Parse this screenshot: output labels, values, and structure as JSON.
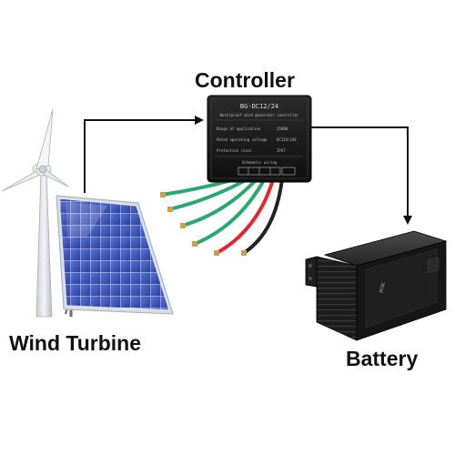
{
  "labels": {
    "controller": "Controller",
    "wind_turbine": "Wind Turbine",
    "battery": "Battery"
  },
  "controller_panel": {
    "model": "BG-DC12/24",
    "subtitle": "Waterproof wind generator controller",
    "specs": [
      {
        "key": "Range of application",
        "value": "1500W"
      },
      {
        "key": "Rated operating voltage",
        "value": "DC12V/24V"
      },
      {
        "key": "Protection class",
        "value": "IP67"
      }
    ],
    "schematic_title": "Schematic wiring"
  },
  "battery_panel": {
    "side_text": "DCDC"
  },
  "colors": {
    "arrow": "#111111",
    "device_body": "#1a1a1a",
    "panel_cell": "#3e56b6",
    "wire_green": "#29a86f",
    "wire_red": "#e0282c",
    "wire_black": "#222222"
  },
  "icons": {
    "turbine": "wind-turbine-icon",
    "solar": "solar-panel-icon",
    "controller": "controller-device-icon",
    "battery": "battery-device-icon"
  }
}
